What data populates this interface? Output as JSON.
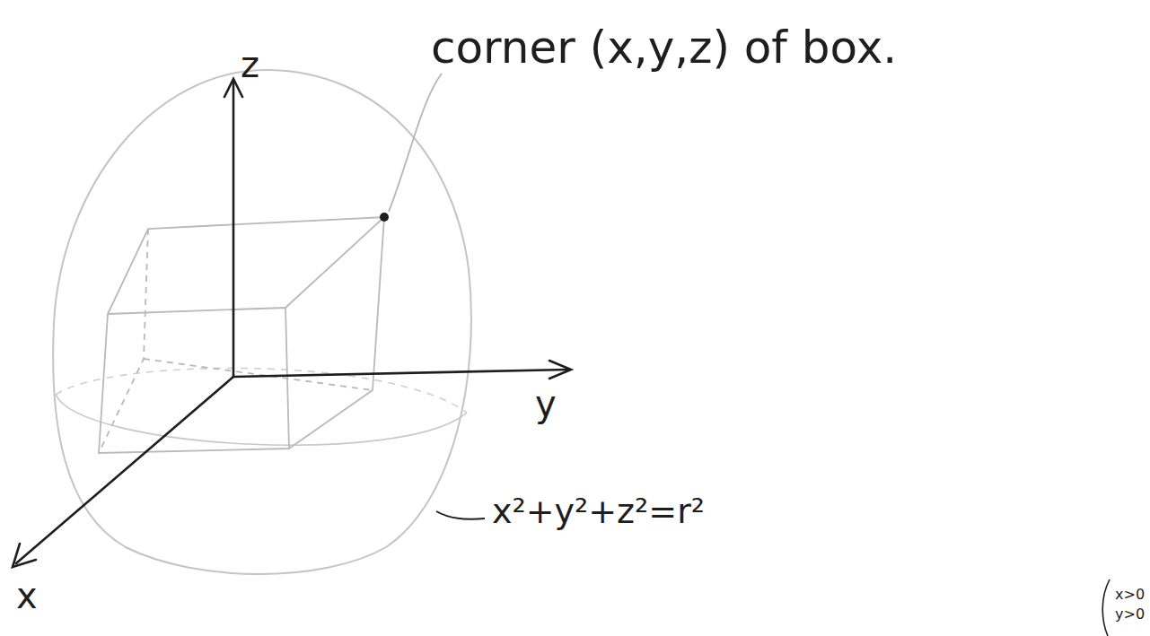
{
  "diagram": {
    "labels": [
      "z",
      "corner (x,y,z) of box.",
      "y",
      "x²+y²+z²=r²",
      "x",
      "x>0",
      "y>0"
    ]
  }
}
